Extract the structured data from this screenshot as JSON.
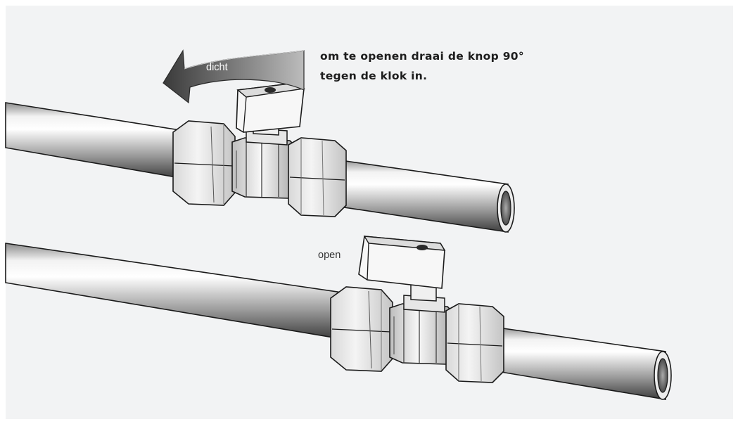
{
  "instruction": {
    "line1": "om te openen draai de knop 90°",
    "line2": "tegen de klok in."
  },
  "labels": {
    "closed": "dicht",
    "open": "open"
  },
  "colors": {
    "background": "#f2f3f4",
    "text": "#1d1d1d",
    "arrow": "#5a5a5a",
    "outline": "#1a1a1a"
  }
}
